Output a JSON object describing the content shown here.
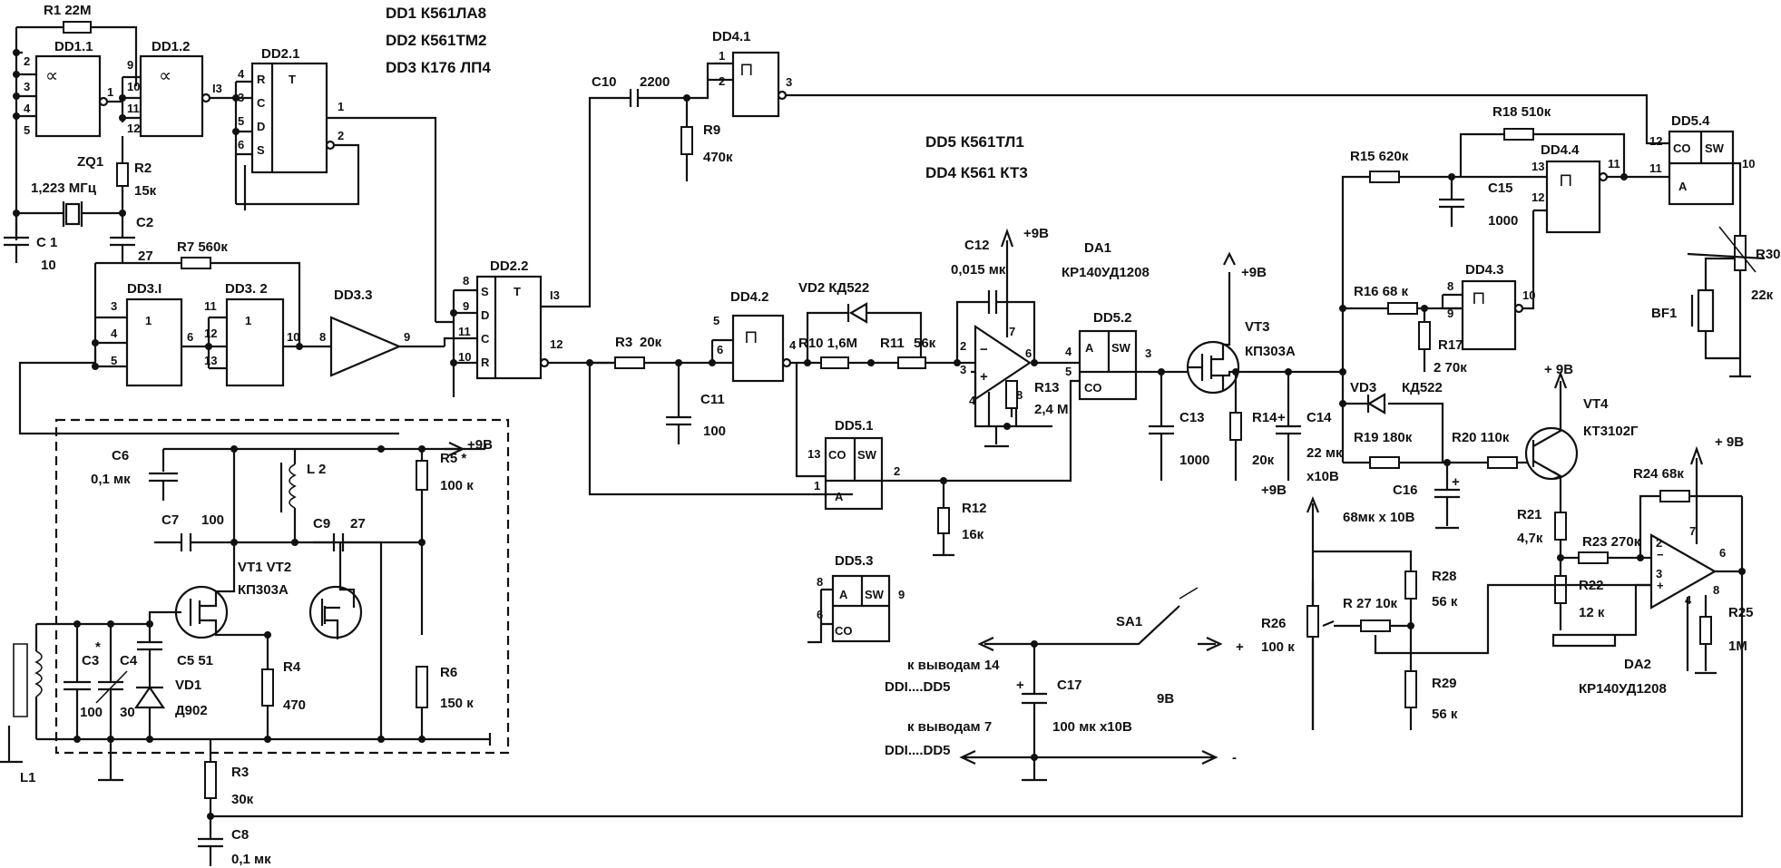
{
  "chips_note": [
    "DD1 К561ЛА8",
    "DD2 К561ТМ2",
    "DD3 К176 ЛП4"
  ],
  "chips_note2": [
    "DD5 К561ТЛ1",
    "DD4 К561 КТ3"
  ],
  "parts": {
    "R1": "R1 22M",
    "DD1_1": "DD1.1",
    "DD1_2": "DD1.2",
    "DD2_1": "DD2.1",
    "ZQ1": "ZQ1",
    "ZQ1_f": "1,223  МГц",
    "R2": "R2",
    "R2_v": "15к",
    "C1": "C 1",
    "C1_v": "10",
    "C2": "C2",
    "C2_v": "27",
    "R7": "R7  560к",
    "DD3_1": "DD3.I",
    "DD3_2": "DD3. 2",
    "DD3_3": "DD3.3",
    "DD2_2": "DD2.2",
    "C10": "C10",
    "C10_v": "2200",
    "DD4_1": "DD4.1",
    "R9": "R9",
    "R9_v": "470к",
    "DD4_2": "DD4.2",
    "VD2": "VD2  КД522",
    "R10": "R10  1,6М",
    "R11": "R11",
    "R11_v": "56к",
    "R3a": "R3",
    "R3a_v": "20к",
    "C11": "C11",
    "C11_v": "100",
    "DD5_1": "DD5.1",
    "R12": "R12",
    "R12_v": "16к",
    "C12": "C12",
    "C12_v": "0,015 мк",
    "p9v_a": "+9В",
    "DA1": "DA1",
    "DA1_t": "КР140УД1208",
    "R13": "R13",
    "R13_v": "2,4 М",
    "DD5_2": "DD5.2",
    "VT3": "VT3",
    "VT3_t": "КП303А",
    "p9v_b": "+9В",
    "C13": "C13",
    "C13_v": "1000",
    "R14": "R14",
    "R14_v": "20к",
    "C14": "C14",
    "C14_v": "22 мк",
    "C14_v2": "х10В",
    "R15": "R15  620к",
    "R16": "R16  68 к",
    "R17": "R17",
    "R17_v": "2 70к",
    "R18": "R18  510к",
    "DD4_4": "DD4.4",
    "DD4_3": "DD4.3",
    "C15": "C15",
    "C15_v": "1000",
    "DD5_4": "DD5.4",
    "R30": "R30",
    "R30_v": "22к",
    "BF1": "BF1",
    "VD3": "VD3",
    "VD3_t": "КД522",
    "R19": "R19  180к",
    "R20": "R20  110к",
    "VT4": "VT4",
    "VT4_t": "КТ3102Г",
    "p9v_c": "+ 9В",
    "C16": "C16",
    "C16_v": "68мк х 10В",
    "R21": "R21",
    "R21_v": "4,7к",
    "R22": "R22",
    "R22_v": "12 к",
    "R23": "R23  270к",
    "R24": "R24  68к",
    "p9v_d": "+ 9В",
    "DA2": "DA2",
    "DA2_t": "КР140УД1208",
    "R25": "R25",
    "R25_v": "1М",
    "R26": "R26",
    "R26_v": "100 к",
    "R27": "R 27  10к",
    "R28": "R28",
    "R28_v": "56 к",
    "R29": "R29",
    "R29_v": "56 к",
    "p9v_e": "+9В",
    "DD5_3": "DD5.3",
    "SA1": "SA1",
    "C17": "C17",
    "C17_v": "100 мк х10В",
    "to14": "к выводам 14",
    "to14_b": "DDI....DD5",
    "to7": "к выводам  7",
    "to7_b": "DDI....DD5",
    "v9": "9В",
    "plus": "+",
    "minus": "-",
    "C6": "C6",
    "C6_v": "0,1 мк",
    "C7": "C7",
    "C7_v": "100",
    "L2": "L 2",
    "C9": "C9",
    "C9_v": "27",
    "VT1": "VT1  VT2",
    "VT1_t": "КП303А",
    "R5": "R5 *",
    "R5_v": "100 к",
    "p9v_f": "+9В",
    "C3": "C3",
    "C3_v": "100",
    "C4": "C4",
    "C4_v": "30",
    "C5": "C5  51",
    "VD1": "VD1",
    "VD1_t": "Д902",
    "R4": "R4",
    "R4_v": "470",
    "R6": "R6",
    "R6_v": "150 к",
    "L1": "L1",
    "R3b": "R3",
    "R3b_v": "30к",
    "C8": "C8",
    "C8_v": "0,1 мк",
    "star": "*"
  },
  "pins": {
    "a2": "2",
    "a3": "3",
    "a4": "4",
    "a5": "5",
    "a1": "1",
    "b9": "9",
    "b10": "10",
    "b11": "11",
    "b12": "12",
    "b13": "I3",
    "c4": "4",
    "c3": "3",
    "c5": "5",
    "c6": "6",
    "c1": "1",
    "c2": "2",
    "tR": "R",
    "tC": "C",
    "tD": "D",
    "tS": "S",
    "tT": "T",
    "d3": "3",
    "d4": "4",
    "d5": "5",
    "d6": "6",
    "d11": "11",
    "d12": "12",
    "d13": "13",
    "d10": "10",
    "one1": "1",
    "one2": "1",
    "e8": "8",
    "e9": "9",
    "f8": "8",
    "f9": "9",
    "f11": "11",
    "f10": "10",
    "f13": "I3",
    "f12": "12",
    "fS": "S",
    "fD": "D",
    "fC": "C",
    "fR": "R",
    "fT": "T",
    "g1": "1",
    "g2": "2",
    "g3": "3",
    "h5": "5",
    "h6": "6",
    "h4": "4",
    "i13": "13",
    "i1": "1",
    "i2": "2",
    "iCO": "CO",
    "iSW": "SW",
    "iA": "A",
    "j2": "2",
    "j3": "3",
    "j7": "7",
    "j6": "6",
    "j4": "4",
    "j8": "8",
    "k4": "4",
    "k5": "5",
    "k3": "3",
    "kA": "A",
    "kSW": "SW",
    "kCO": "CO",
    "l8": "8",
    "l9": "9",
    "l10": "10",
    "m13": "13",
    "m12": "12",
    "m11": "11",
    "n12": "12",
    "n11": "11",
    "n10": "10",
    "nCO": "CO",
    "nSW": "SW",
    "nA": "A",
    "o8": "8",
    "o6": "6",
    "o9": "9",
    "oA": "A",
    "oSW": "SW",
    "oCO": "CO",
    "q2": "2",
    "q3": "3",
    "q7": "7",
    "q6": "6",
    "q4": "4",
    "q8": "8"
  }
}
